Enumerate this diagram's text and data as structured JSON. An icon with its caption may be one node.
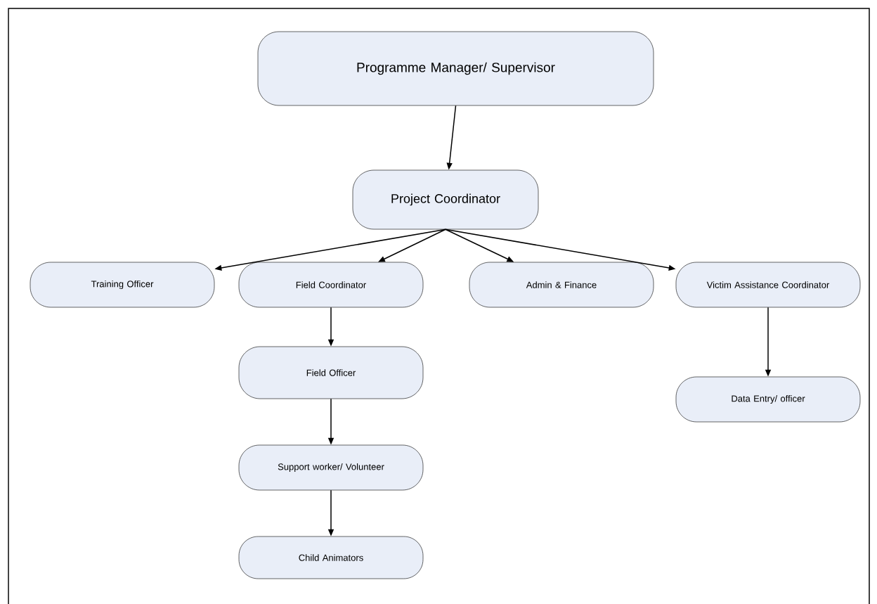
{
  "diagram": {
    "nodes": [
      {
        "text": [
          "Programme Manager/ Supervisor"
        ]
      },
      {
        "text": [
          "Project Coordinator"
        ]
      },
      {
        "text": [
          "Training Officer"
        ]
      },
      {
        "text": [
          "Field Coordinator"
        ]
      },
      {
        "text": [
          "Admin & Finance"
        ]
      },
      {
        "text": [
          "Victim Assistance Coordinator"
        ]
      },
      {
        "text": [
          "Field Officer"
        ]
      },
      {
        "text": [
          "Support worker/ Volunteer"
        ]
      },
      {
        "text": [
          "Child Animators"
        ]
      },
      {
        "text": [
          "Data Entry/ officer"
        ]
      }
    ],
    "edges": [
      {
        "from": 0,
        "to": 1,
        "arrow": "to"
      },
      {
        "from": 1,
        "to": 2,
        "arrow": "to"
      },
      {
        "from": 1,
        "to": 3,
        "arrow": "to"
      },
      {
        "from": 1,
        "to": 4,
        "arrow": "to"
      },
      {
        "from": 1,
        "to": 5,
        "arrow": "to"
      },
      {
        "from": 3,
        "to": 6,
        "arrow": "to"
      },
      {
        "from": 6,
        "to": 7,
        "arrow": "to"
      },
      {
        "from": 7,
        "to": 8,
        "arrow": "to"
      },
      {
        "from": 5,
        "to": 9,
        "arrow": "to"
      }
    ]
  }
}
